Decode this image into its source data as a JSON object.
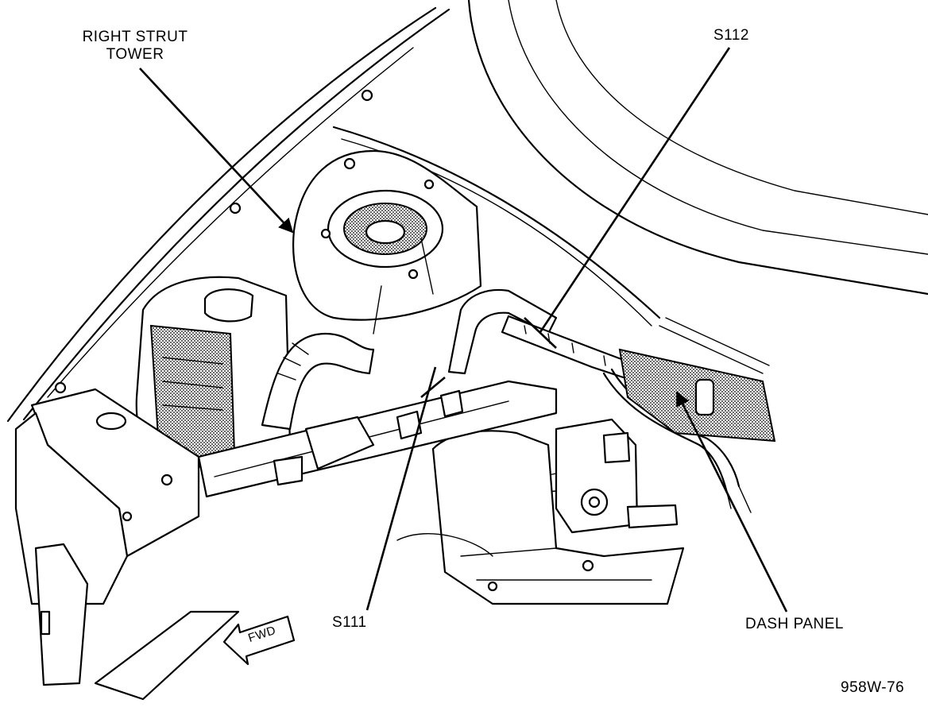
{
  "labels": {
    "right_strut_tower_line1": "RIGHT STRUT",
    "right_strut_tower_line2": "TOWER",
    "s112": "S112",
    "s111": "S111",
    "dash_panel": "DASH PANEL",
    "fwd": "FWD",
    "figure_id": "958W-76"
  }
}
